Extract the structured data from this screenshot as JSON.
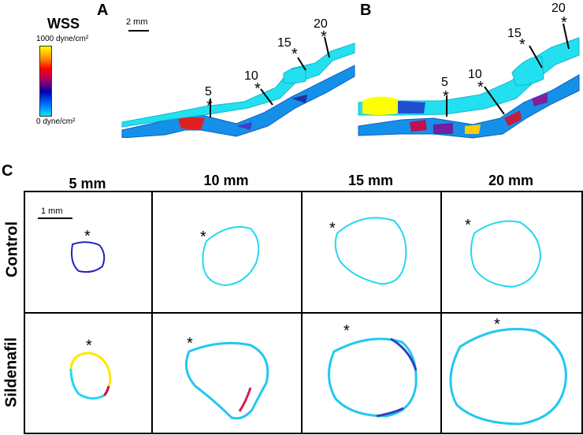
{
  "panels": {
    "a": "A",
    "b": "B",
    "c": "C"
  },
  "colorbar": {
    "title": "WSS",
    "max_label": "1000 dyne/cm²",
    "min_label": "0 dyne/cm²",
    "colors": [
      "#ffff00",
      "#ff0000",
      "#0000aa",
      "#00e5ff"
    ]
  },
  "scale_bars": {
    "top": "2 mm",
    "bottom": "1 mm"
  },
  "distance_markers_a": [
    "5",
    "10",
    "15",
    "20"
  ],
  "distance_markers_b": [
    "5",
    "10",
    "15",
    "20"
  ],
  "star": "*",
  "grid": {
    "columns": [
      "5 mm",
      "10 mm",
      "15 mm",
      "20 mm"
    ],
    "rows": [
      "Control",
      "Sildenafil"
    ]
  }
}
